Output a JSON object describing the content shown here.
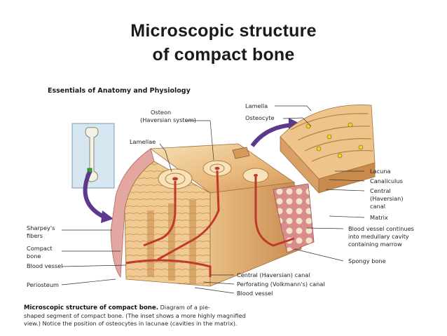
{
  "slide": {
    "title_line1": "Microscopic structure",
    "title_line2": "of compact bone"
  },
  "book_header": "Essentials of Anatomy and Physiology",
  "labels": {
    "lamella": "Lamella",
    "osteocyte": "Osteocyte",
    "osteon_1": "Osteon",
    "osteon_2": "(Haversian system)",
    "lamellae": "Lamellae",
    "lacuna": "Lacuna",
    "canaliculus": "Canaliculus",
    "central_1": "Central",
    "central_2": "(Haversian)",
    "central_3": "canal",
    "matrix": "Matrix",
    "sharpeys_1": "Sharpey's",
    "sharpeys_2": "fibers",
    "compact_1": "Compact",
    "compact_2": "bone",
    "blood_vessel_left": "Blood vessel",
    "periosteum": "Periosteum",
    "bv_cont_1": "Blood vessel continues",
    "bv_cont_2": "into medullary cavity",
    "bv_cont_3": "containing marrow",
    "spongy_bone": "Spongy bone",
    "central_canal": "Central (Haversian) canal",
    "perforating_canal": "Perforating (Volkmann's) canal",
    "blood_vessel_bottom": "Blood vessel"
  },
  "caption": {
    "bold": "Microscopic structure of compact bone.",
    "line1_rest": "Diagram of a pie-",
    "line2": "shaped segment of compact bone. (The inset shows a more highly magnified",
    "line3": "view.) Notice the position of osteocytes in lacunae (cavities in the matrix)."
  },
  "colors": {
    "bone_light": "#f3d7a6",
    "bone_mid": "#e2b074",
    "bone_dark": "#c98a4c",
    "vessel_red": "#c0392b",
    "arrow_purple": "#5b3a8c",
    "inset_blue": "#d6e7f2"
  }
}
